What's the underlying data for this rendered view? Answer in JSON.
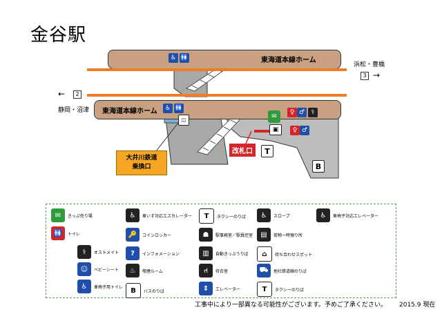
{
  "title": "金谷駅",
  "platforms": {
    "upper_label": "東海道本線ホーム",
    "lower_label": "東海道本線ホーム"
  },
  "tracks": {
    "track_3": {
      "number": "3",
      "direction": "浜松・豊橋"
    },
    "track_2": {
      "number": "2",
      "direction": "静岡・沼津"
    }
  },
  "transfer": {
    "line1": "大井川鉄道",
    "line2": "乗換口"
  },
  "ticket_gate": "改札口",
  "map_signs": {
    "taxi": "T",
    "bus": "B"
  },
  "legend": {
    "items": [
      {
        "icon": "ticket-machine-icon",
        "label": "きっぷ売り場",
        "color": "#2f9b3a"
      },
      {
        "icon": "wheelchair-escalator-icon",
        "label": "車いす対応エスカレーター",
        "color": "#222222"
      },
      {
        "icon": "taxi-icon",
        "glyph": "T",
        "label": "タクシーのりば",
        "color": "#ffffff"
      },
      {
        "icon": "slope-icon",
        "label": "スロープ",
        "color": "#222222"
      },
      {
        "icon": "wheelchair-elevator-icon",
        "label": "車椅子対応エレベーター",
        "color": "#222222"
      },
      {
        "icon": "toilet-icon",
        "label": "トイレ",
        "color": "#d3262b"
      },
      {
        "icon": "coin-locker-icon",
        "label": "コインロッカー",
        "color": "#1f4fa8"
      },
      {
        "icon": "station-office-icon",
        "label": "駅事務室／駅員控室",
        "color": "#222222"
      },
      {
        "icon": "baggage-icon",
        "label": "荷物一時預り所",
        "color": "#222222"
      },
      {
        "icon": "ostomate-icon",
        "label": "オストメイト",
        "color": "#222222"
      },
      {
        "icon": "information-icon",
        "label": "インフォメーション",
        "color": "#1f4fa8"
      },
      {
        "icon": "ticket-gate-icon",
        "label": "自動きっぷうりば",
        "color": "#222222"
      },
      {
        "icon": "meeting-spot-icon",
        "label": "待ち合わせスポット",
        "color": "#ffffff"
      },
      {
        "icon": "baby-seat-icon",
        "label": "ベビーシート",
        "color": "#1f4fa8"
      },
      {
        "icon": "smoking-room-icon",
        "label": "喫煙ルーム",
        "color": "#222222"
      },
      {
        "icon": "waiting-room-icon",
        "label": "待合室",
        "color": "#222222"
      },
      {
        "icon": "other-railway-icon",
        "label": "他社鉄道線のりば",
        "color": "#1f4fa8"
      },
      {
        "icon": "accessible-toilet-icon",
        "label": "車椅子用トイレ",
        "color": "#1f4fa8"
      },
      {
        "icon": "bus-icon",
        "glyph": "B",
        "label": "バスのりば",
        "color": "#ffffff"
      },
      {
        "icon": "elevator-icon",
        "label": "エレベーター",
        "color": "#1f4fa8"
      },
      {
        "icon": "taxi-icon-2",
        "glyph": "T",
        "label": "タクシーのりば",
        "color": "#ffffff"
      }
    ]
  },
  "notice": "工事中により一部異なる可能性がございます。予めご了承ください。",
  "edition": "2015.9 現在",
  "colors": {
    "platform": "#c9a082",
    "track": "#f07c28",
    "concourse": "#a8a8a8",
    "transfer": "#f6a623",
    "gate": "#d3262b"
  }
}
